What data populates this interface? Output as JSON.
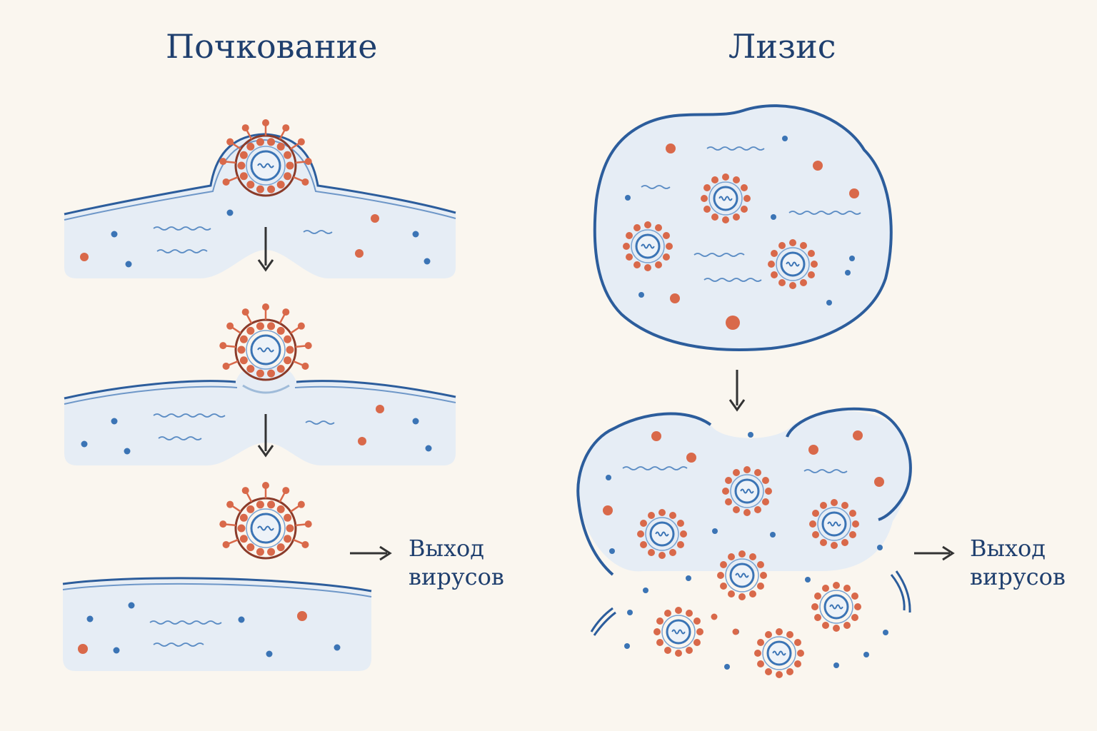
{
  "budding": {
    "title": "Почкование",
    "exit_line1": "Выход",
    "exit_line2": "вирусов"
  },
  "lysis": {
    "title": "Лизис",
    "exit_line1": "Выход",
    "exit_line2": "вирусов"
  },
  "colors": {
    "background": "#faf6ef",
    "membrane": "#2c5d9c",
    "cytoplasm": "#e6edf5",
    "virus_red": "#d9694a",
    "virus_blue": "#3b74b5",
    "text": "#1f3f6e",
    "arrow": "#333333"
  }
}
